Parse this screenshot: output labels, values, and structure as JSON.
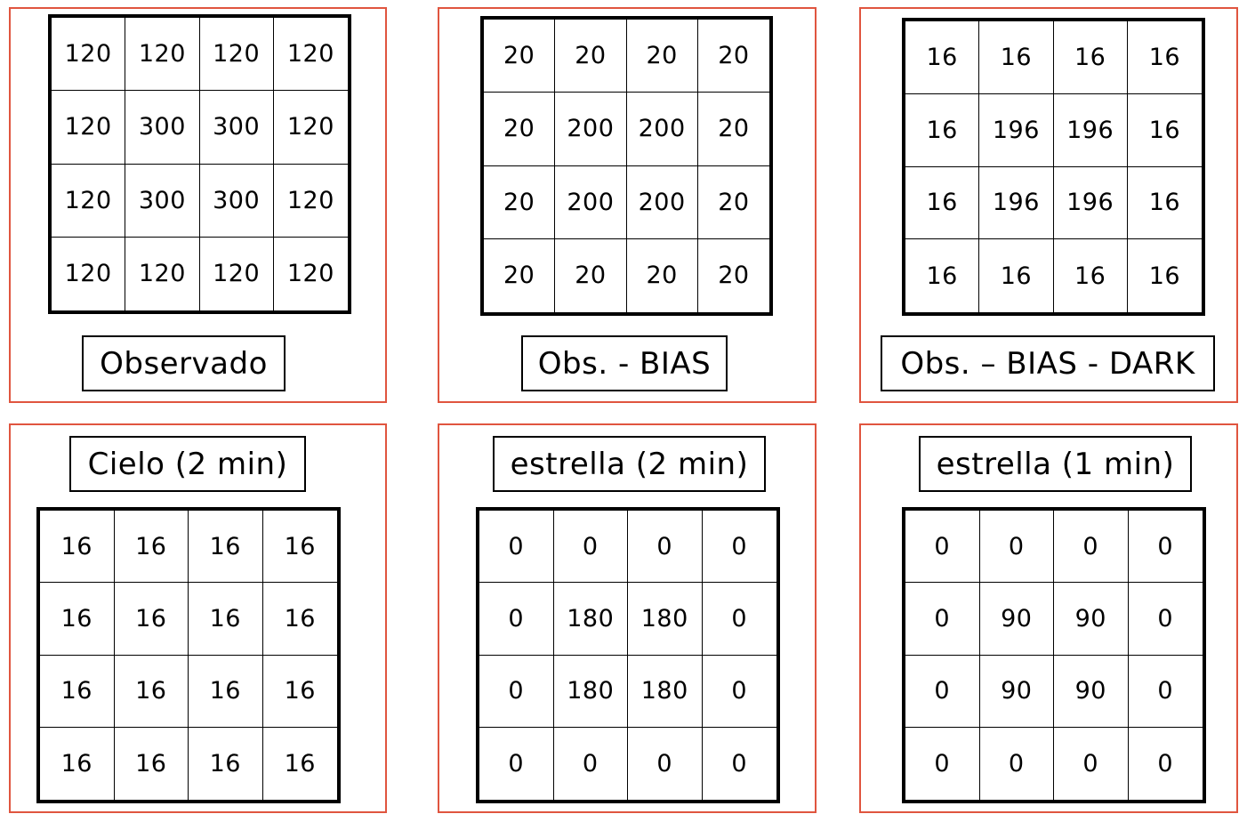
{
  "panels": [
    {
      "id": "observado",
      "label": "Observado",
      "values": [
        [
          "120",
          "120",
          "120",
          "120"
        ],
        [
          "120",
          "300",
          "300",
          "120"
        ],
        [
          "120",
          "300",
          "300",
          "120"
        ],
        [
          "120",
          "120",
          "120",
          "120"
        ]
      ]
    },
    {
      "id": "obs-bias",
      "label": "Obs. - BIAS",
      "values": [
        [
          "20",
          "20",
          "20",
          "20"
        ],
        [
          "20",
          "200",
          "200",
          "20"
        ],
        [
          "20",
          "200",
          "200",
          "20"
        ],
        [
          "20",
          "20",
          "20",
          "20"
        ]
      ]
    },
    {
      "id": "obs-bias-dark",
      "label": "Obs. – BIAS - DARK",
      "values": [
        [
          "16",
          "16",
          "16",
          "16"
        ],
        [
          "16",
          "196",
          "196",
          "16"
        ],
        [
          "16",
          "196",
          "196",
          "16"
        ],
        [
          "16",
          "16",
          "16",
          "16"
        ]
      ]
    },
    {
      "id": "cielo-2min",
      "label": "Cielo (2 min)",
      "values": [
        [
          "16",
          "16",
          "16",
          "16"
        ],
        [
          "16",
          "16",
          "16",
          "16"
        ],
        [
          "16",
          "16",
          "16",
          "16"
        ],
        [
          "16",
          "16",
          "16",
          "16"
        ]
      ]
    },
    {
      "id": "estrella-2min",
      "label": "estrella (2 min)",
      "values": [
        [
          "0",
          "0",
          "0",
          "0"
        ],
        [
          "0",
          "180",
          "180",
          "0"
        ],
        [
          "0",
          "180",
          "180",
          "0"
        ],
        [
          "0",
          "0",
          "0",
          "0"
        ]
      ]
    },
    {
      "id": "estrella-1min",
      "label": "estrella (1 min)",
      "values": [
        [
          "0",
          "0",
          "0",
          "0"
        ],
        [
          "0",
          "90",
          "90",
          "0"
        ],
        [
          "0",
          "90",
          "90",
          "0"
        ],
        [
          "0",
          "0",
          "0",
          "0"
        ]
      ]
    }
  ],
  "colors": {
    "panel_border": "#e0553f",
    "grid_border": "#000000"
  }
}
